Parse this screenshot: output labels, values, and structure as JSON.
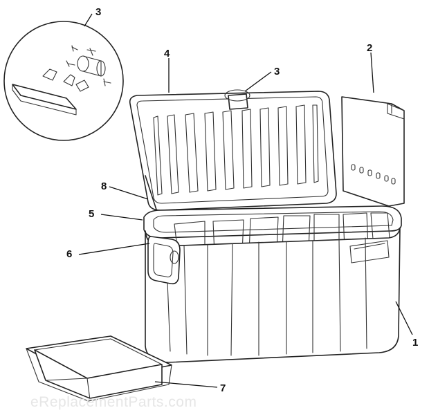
{
  "callouts": {
    "c1": "1",
    "c2": "2",
    "c3_detail": "3",
    "c3_latch": "3",
    "c4": "4",
    "c5": "5",
    "c6": "6",
    "c7": "7",
    "c8": "8"
  },
  "watermark": "eReplacementParts.com"
}
